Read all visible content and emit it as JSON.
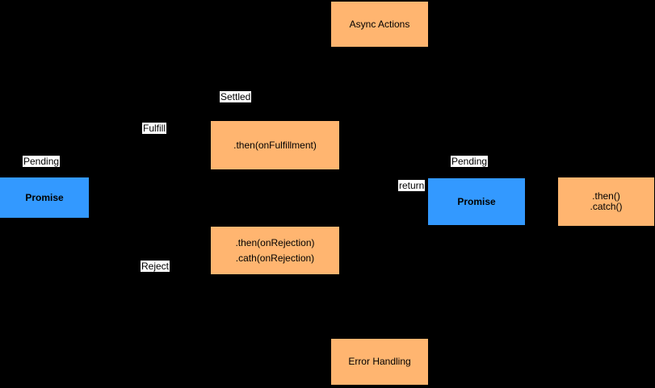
{
  "diagram": {
    "type": "flow-diagram",
    "topic": "Promise async flow",
    "colors": {
      "background": "#000000",
      "node_orange": "#FFB570",
      "node_blue": "#3399FF",
      "edge_label_background": "#FFFFFF",
      "text": "#000000"
    },
    "nodes": {
      "async_actions": {
        "label": "Async Actions"
      },
      "promise_left": {
        "label": "Promise"
      },
      "then_fulfillment": {
        "label": ".then(onFulfillment)"
      },
      "then_rejection": {
        "lines": [
          ".then(onRejection)",
          ".cath(onRejection)"
        ]
      },
      "promise_right": {
        "label": "Promise"
      },
      "then_catch": {
        "lines": [
          ".then()",
          ".catch()"
        ]
      },
      "error_handling": {
        "label": "Error Handling"
      }
    },
    "edge_labels": {
      "pending_left": "Pending",
      "fulfill": "Fulfill",
      "settled": "Settled",
      "reject": "Reject",
      "return_label": "return",
      "pending_right": "Pending"
    }
  }
}
